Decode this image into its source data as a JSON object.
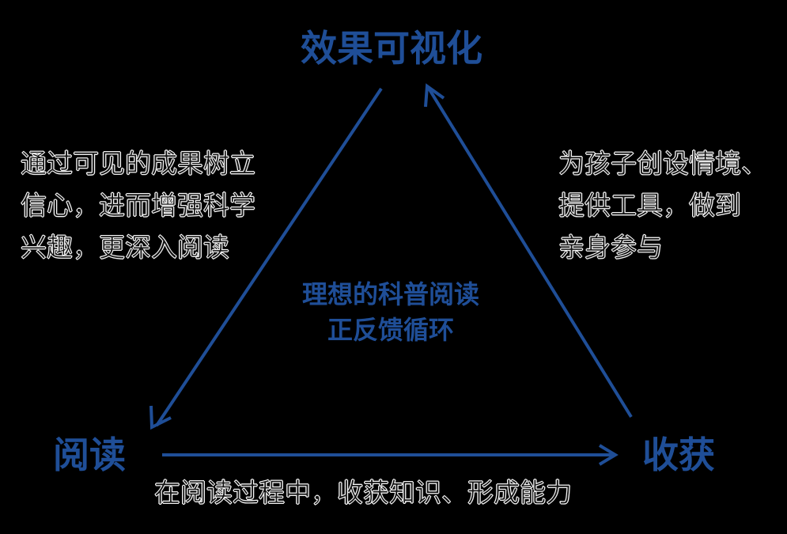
{
  "nodes": {
    "top": "效果可视化",
    "left": "阅读",
    "right": "收获"
  },
  "descriptions": {
    "left": [
      "通过可见的成果树立",
      "信心，进而增强科学",
      "兴趣，更深入阅读"
    ],
    "right": [
      "为孩子创设情境、",
      "提供工具，做到",
      "亲身参与"
    ],
    "bottom": "在阅读过程中，收获知识、形成能力"
  },
  "center": [
    "理想的科普阅读",
    "正反馈循环"
  ],
  "colors": {
    "accent": "#1f4e97",
    "background": "#000000",
    "text": "#111111"
  }
}
